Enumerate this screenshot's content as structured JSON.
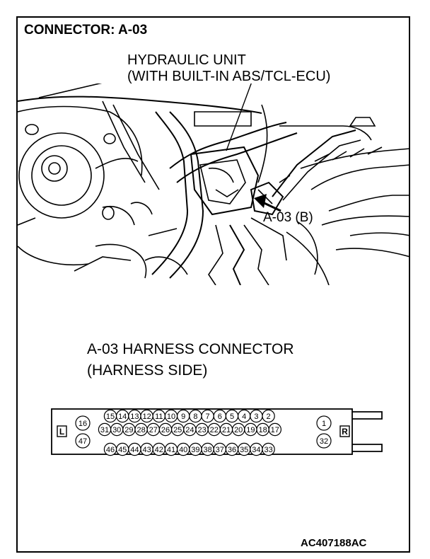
{
  "title": "CONNECTOR: A-03",
  "callouts": {
    "hydraulic_unit_line1": "HYDRAULIC UNIT",
    "hydraulic_unit_line2": "(WITH BUILT-IN ABS/TCL-ECU)",
    "connector_label": "A-03 (B)"
  },
  "harness_connector": {
    "title_line1": "A-03 HARNESS CONNECTOR",
    "title_line2": "(HARNESS SIDE)",
    "side_left": "L",
    "side_right": "R",
    "left_pins": [
      "16",
      "47"
    ],
    "right_pins": [
      "1",
      "32"
    ],
    "row_top": [
      "15",
      "14",
      "13",
      "12",
      "11",
      "10",
      "9",
      "8",
      "7",
      "6",
      "5",
      "4",
      "3",
      "2"
    ],
    "row_middle": [
      "31",
      "30",
      "29",
      "28",
      "27",
      "26",
      "25",
      "24",
      "23",
      "22",
      "21",
      "20",
      "19",
      "18",
      "17"
    ],
    "row_bottom": [
      "46",
      "45",
      "44",
      "43",
      "42",
      "41",
      "40",
      "39",
      "38",
      "37",
      "36",
      "35",
      "34",
      "33"
    ]
  },
  "figure_code": "AC407188AC"
}
